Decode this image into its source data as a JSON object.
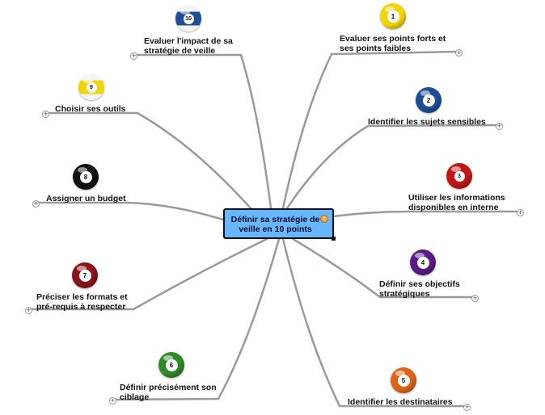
{
  "central_topic": {
    "label": "Définir sa stratégie de\nveille en 10 points"
  },
  "colors": {
    "central_fill": "#66b7ff",
    "connector": "#9a9a9a",
    "ball_1": "#f2d40c",
    "ball_2": "#1d4e96",
    "ball_3": "#c01818",
    "ball_4": "#5a1a88",
    "ball_5": "#e06418",
    "ball_6": "#2f8a2a",
    "ball_7": "#8a1418",
    "ball_8": "#111111",
    "ball_9": "#f2d40c",
    "ball_10": "#1d4e96"
  },
  "branches": [
    {
      "id": "b1",
      "number": "1",
      "style": "solid",
      "label": "Evaluer ses points forts et\nses points faibles",
      "icon": "billiard-ball-1-icon"
    },
    {
      "id": "b2",
      "number": "2",
      "style": "solid",
      "label": "Identifier les sujets sensibles",
      "icon": "billiard-ball-2-icon"
    },
    {
      "id": "b3",
      "number": "3",
      "style": "solid",
      "label": "Utiliser les informations\ndisponibles en interne",
      "icon": "billiard-ball-3-icon"
    },
    {
      "id": "b4",
      "number": "4",
      "style": "solid",
      "label": "Définir ses objectifs\nstratégiques",
      "icon": "billiard-ball-4-icon"
    },
    {
      "id": "b5",
      "number": "5",
      "style": "solid",
      "label": "Identifier les destinataires",
      "icon": "billiard-ball-5-icon"
    },
    {
      "id": "b6",
      "number": "6",
      "style": "solid",
      "label": "Définir précisément son\nciblage",
      "icon": "billiard-ball-6-icon"
    },
    {
      "id": "b7",
      "number": "7",
      "style": "solid",
      "label": "Préciser les formats et\npré-requis à respecter",
      "icon": "billiard-ball-7-icon"
    },
    {
      "id": "b8",
      "number": "8",
      "style": "solid",
      "label": "Assigner un budget",
      "icon": "billiard-ball-8-icon"
    },
    {
      "id": "b9",
      "number": "9",
      "style": "stripe",
      "label": "Choisir ses outils",
      "icon": "billiard-ball-9-icon"
    },
    {
      "id": "b10",
      "number": "10",
      "style": "stripe",
      "label": "Evaluer l'impact de sa\nstratégie de veille",
      "icon": "billiard-ball-10-icon"
    }
  ]
}
